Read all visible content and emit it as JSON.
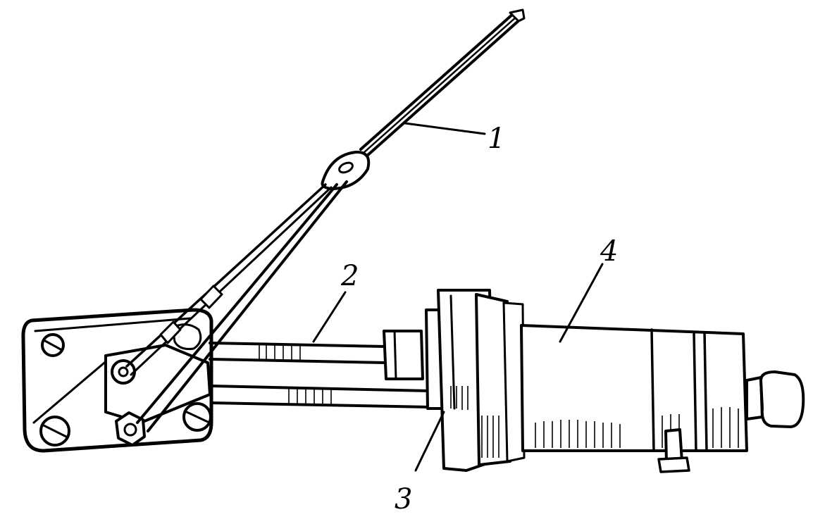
{
  "labels": {
    "l1": "1",
    "l2": "2",
    "l3": "3",
    "l4": "4"
  },
  "icons": [
    "wiper-arm-icon",
    "linkage-rod-icon",
    "gearbox-flange-icon",
    "motor-housing-icon",
    "mounting-plate-icon"
  ],
  "colors": {
    "ink": "#000000",
    "paper": "#ffffff"
  }
}
